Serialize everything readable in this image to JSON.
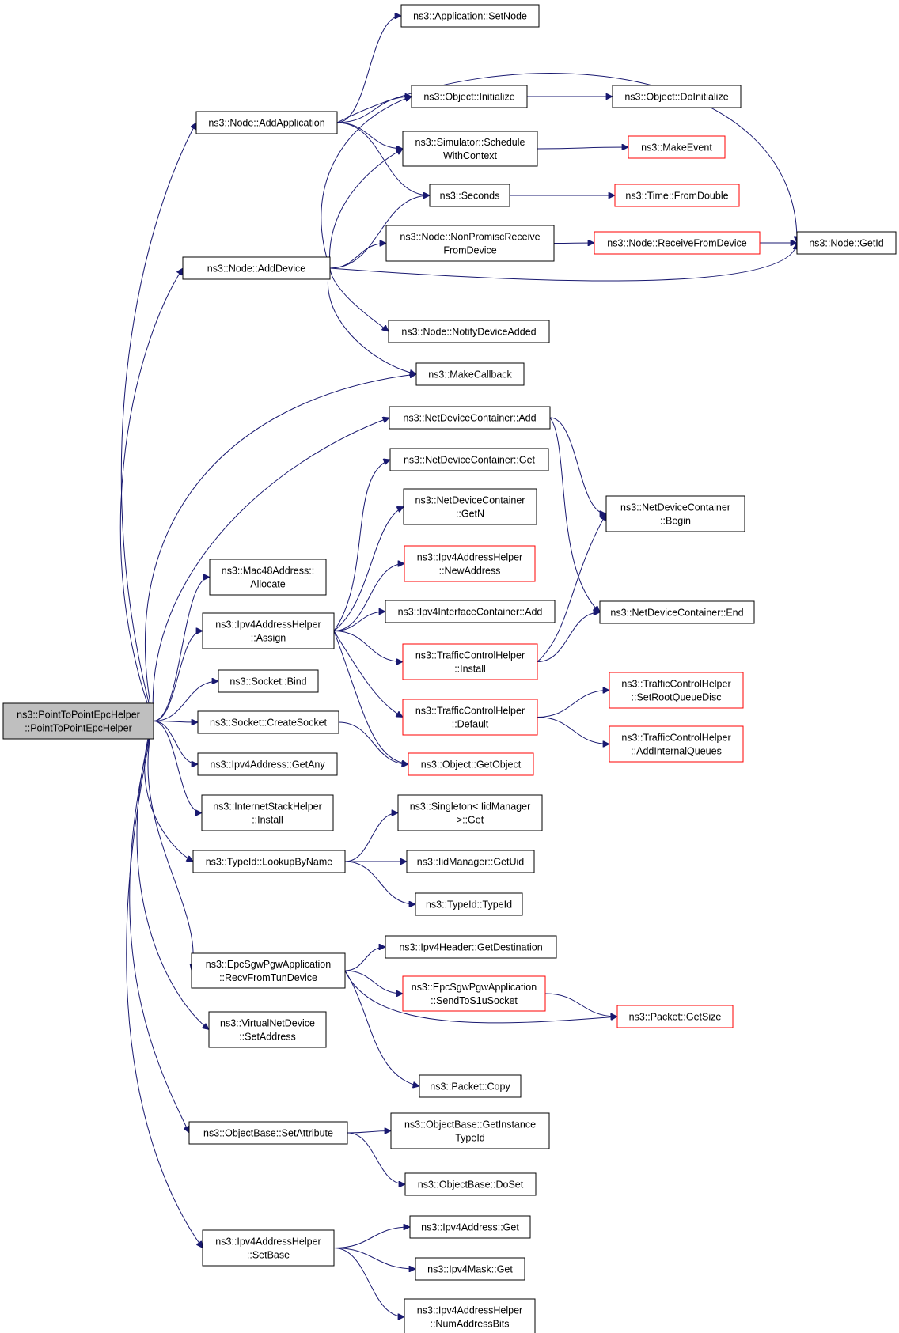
{
  "colors": {
    "edge": "#191970",
    "truncated_border": "#ff0000",
    "root_fill": "#bfbfbf"
  },
  "nodes": {
    "root": {
      "lines": [
        "ns3::PointToPointEpcHelper",
        "::PointToPointEpcHelper"
      ],
      "style": "root"
    },
    "addApplication": {
      "lines": [
        "ns3::Node::AddApplication"
      ],
      "style": "normal"
    },
    "addDevice": {
      "lines": [
        "ns3::Node::AddDevice"
      ],
      "style": "normal"
    },
    "appSetNode": {
      "lines": [
        "ns3::Application::SetNode"
      ],
      "style": "normal"
    },
    "objInitialize": {
      "lines": [
        "ns3::Object::Initialize"
      ],
      "style": "normal"
    },
    "objDoInitialize": {
      "lines": [
        "ns3::Object::DoInitialize"
      ],
      "style": "normal"
    },
    "simSchedule": {
      "lines": [
        "ns3::Simulator::Schedule",
        "WithContext"
      ],
      "style": "normal"
    },
    "makeEvent": {
      "lines": [
        "ns3::MakeEvent"
      ],
      "style": "truncated"
    },
    "seconds": {
      "lines": [
        "ns3::Seconds"
      ],
      "style": "normal"
    },
    "timeFromDouble": {
      "lines": [
        "ns3::Time::FromDouble"
      ],
      "style": "truncated"
    },
    "nonPromisc": {
      "lines": [
        "ns3::Node::NonPromiscReceive",
        "FromDevice"
      ],
      "style": "normal"
    },
    "receiveFromDevice": {
      "lines": [
        "ns3::Node::ReceiveFromDevice"
      ],
      "style": "truncated"
    },
    "nodeGetId": {
      "lines": [
        "ns3::Node::GetId"
      ],
      "style": "normal"
    },
    "notifyDeviceAdded": {
      "lines": [
        "ns3::Node::NotifyDeviceAdded"
      ],
      "style": "normal"
    },
    "makeCallback": {
      "lines": [
        "ns3::MakeCallback"
      ],
      "style": "normal"
    },
    "ndcAdd": {
      "lines": [
        "ns3::NetDeviceContainer::Add"
      ],
      "style": "normal"
    },
    "ndcGet": {
      "lines": [
        "ns3::NetDeviceContainer::Get"
      ],
      "style": "normal"
    },
    "ndcGetN": {
      "lines": [
        "ns3::NetDeviceContainer",
        "::GetN"
      ],
      "style": "normal"
    },
    "ndcBegin": {
      "lines": [
        "ns3::NetDeviceContainer",
        "::Begin"
      ],
      "style": "normal"
    },
    "ndcEnd": {
      "lines": [
        "ns3::NetDeviceContainer::End"
      ],
      "style": "normal"
    },
    "mac48Allocate": {
      "lines": [
        "ns3::Mac48Address::",
        "Allocate"
      ],
      "style": "normal"
    },
    "ipv4Assign": {
      "lines": [
        "ns3::Ipv4AddressHelper",
        "::Assign"
      ],
      "style": "normal"
    },
    "ipv4NewAddress": {
      "lines": [
        "ns3::Ipv4AddressHelper",
        "::NewAddress"
      ],
      "style": "truncated"
    },
    "ipv4IfcAdd": {
      "lines": [
        "ns3::Ipv4InterfaceContainer::Add"
      ],
      "style": "normal"
    },
    "tcInstall": {
      "lines": [
        "ns3::TrafficControlHelper",
        "::Install"
      ],
      "style": "truncated"
    },
    "tcDefault": {
      "lines": [
        "ns3::TrafficControlHelper",
        "::Default"
      ],
      "style": "truncated"
    },
    "tcSetRoot": {
      "lines": [
        "ns3::TrafficControlHelper",
        "::SetRootQueueDisc"
      ],
      "style": "truncated"
    },
    "tcAddInternal": {
      "lines": [
        "ns3::TrafficControlHelper",
        "::AddInternalQueues"
      ],
      "style": "truncated"
    },
    "objGetObject": {
      "lines": [
        "ns3::Object::GetObject"
      ],
      "style": "truncated"
    },
    "socketBind": {
      "lines": [
        "ns3::Socket::Bind"
      ],
      "style": "normal"
    },
    "socketCreate": {
      "lines": [
        "ns3::Socket::CreateSocket"
      ],
      "style": "normal"
    },
    "ipv4GetAny": {
      "lines": [
        "ns3::Ipv4Address::GetAny"
      ],
      "style": "normal"
    },
    "inetInstall": {
      "lines": [
        "ns3::InternetStackHelper",
        "::Install"
      ],
      "style": "normal"
    },
    "typeIdLookup": {
      "lines": [
        "ns3::TypeId::LookupByName"
      ],
      "style": "normal"
    },
    "singletonGet": {
      "lines": [
        "ns3::Singleton< IidManager",
        ">::Get"
      ],
      "style": "normal"
    },
    "iidGetUid": {
      "lines": [
        "ns3::IidManager::GetUid"
      ],
      "style": "normal"
    },
    "typeIdTypeId": {
      "lines": [
        "ns3::TypeId::TypeId"
      ],
      "style": "normal"
    },
    "recvFromTun": {
      "lines": [
        "ns3::EpcSgwPgwApplication",
        "::RecvFromTunDevice"
      ],
      "style": "normal"
    },
    "ipv4HdrGetDest": {
      "lines": [
        "ns3::Ipv4Header::GetDestination"
      ],
      "style": "normal"
    },
    "sendToS1u": {
      "lines": [
        "ns3::EpcSgwPgwApplication",
        "::SendToS1uSocket"
      ],
      "style": "truncated"
    },
    "packetGetSize": {
      "lines": [
        "ns3::Packet::GetSize"
      ],
      "style": "truncated"
    },
    "packetCopy": {
      "lines": [
        "ns3::Packet::Copy"
      ],
      "style": "normal"
    },
    "vndSetAddress": {
      "lines": [
        "ns3::VirtualNetDevice",
        "::SetAddress"
      ],
      "style": "normal"
    },
    "objBaseSetAttr": {
      "lines": [
        "ns3::ObjectBase::SetAttribute"
      ],
      "style": "normal"
    },
    "objBaseGetInst": {
      "lines": [
        "ns3::ObjectBase::GetInstance",
        "TypeId"
      ],
      "style": "normal"
    },
    "objBaseDoSet": {
      "lines": [
        "ns3::ObjectBase::DoSet"
      ],
      "style": "normal"
    },
    "ipv4SetBase": {
      "lines": [
        "ns3::Ipv4AddressHelper",
        "::SetBase"
      ],
      "style": "normal"
    },
    "ipv4AddrGet": {
      "lines": [
        "ns3::Ipv4Address::Get"
      ],
      "style": "normal"
    },
    "ipv4MaskGet": {
      "lines": [
        "ns3::Ipv4Mask::Get"
      ],
      "style": "normal"
    },
    "ipv4NumBits": {
      "lines": [
        "ns3::Ipv4AddressHelper",
        "::NumAddressBits"
      ],
      "style": "normal"
    }
  },
  "edges": [
    [
      "root",
      "addApplication"
    ],
    [
      "root",
      "addDevice"
    ],
    [
      "root",
      "makeCallback"
    ],
    [
      "root",
      "ndcAdd"
    ],
    [
      "root",
      "mac48Allocate"
    ],
    [
      "root",
      "ipv4Assign"
    ],
    [
      "root",
      "socketBind"
    ],
    [
      "root",
      "socketCreate"
    ],
    [
      "root",
      "ipv4GetAny"
    ],
    [
      "root",
      "inetInstall"
    ],
    [
      "root",
      "typeIdLookup"
    ],
    [
      "root",
      "recvFromTun"
    ],
    [
      "root",
      "vndSetAddress"
    ],
    [
      "root",
      "objBaseSetAttr"
    ],
    [
      "root",
      "ipv4SetBase"
    ],
    [
      "addApplication",
      "appSetNode"
    ],
    [
      "addApplication",
      "objInitialize"
    ],
    [
      "addApplication",
      "simSchedule"
    ],
    [
      "addApplication",
      "seconds"
    ],
    [
      "addApplication",
      "nodeGetId"
    ],
    [
      "addDevice",
      "objInitialize"
    ],
    [
      "addDevice",
      "simSchedule"
    ],
    [
      "addDevice",
      "seconds"
    ],
    [
      "addDevice",
      "nonPromisc"
    ],
    [
      "addDevice",
      "nodeGetId"
    ],
    [
      "addDevice",
      "notifyDeviceAdded"
    ],
    [
      "addDevice",
      "makeCallback"
    ],
    [
      "objInitialize",
      "objDoInitialize"
    ],
    [
      "simSchedule",
      "makeEvent"
    ],
    [
      "seconds",
      "timeFromDouble"
    ],
    [
      "nonPromisc",
      "receiveFromDevice"
    ],
    [
      "receiveFromDevice",
      "nodeGetId"
    ],
    [
      "ndcAdd",
      "ndcBegin"
    ],
    [
      "ndcAdd",
      "ndcEnd"
    ],
    [
      "ipv4Assign",
      "ndcGet"
    ],
    [
      "ipv4Assign",
      "ndcGetN"
    ],
    [
      "ipv4Assign",
      "ipv4NewAddress"
    ],
    [
      "ipv4Assign",
      "ipv4IfcAdd"
    ],
    [
      "ipv4Assign",
      "tcInstall"
    ],
    [
      "ipv4Assign",
      "tcDefault"
    ],
    [
      "ipv4Assign",
      "objGetObject"
    ],
    [
      "tcInstall",
      "ndcBegin"
    ],
    [
      "tcInstall",
      "ndcEnd"
    ],
    [
      "tcDefault",
      "tcSetRoot"
    ],
    [
      "tcDefault",
      "tcAddInternal"
    ],
    [
      "socketCreate",
      "objGetObject"
    ],
    [
      "typeIdLookup",
      "singletonGet"
    ],
    [
      "typeIdLookup",
      "iidGetUid"
    ],
    [
      "typeIdLookup",
      "typeIdTypeId"
    ],
    [
      "recvFromTun",
      "ipv4HdrGetDest"
    ],
    [
      "recvFromTun",
      "sendToS1u"
    ],
    [
      "recvFromTun",
      "packetGetSize"
    ],
    [
      "recvFromTun",
      "packetCopy"
    ],
    [
      "sendToS1u",
      "packetGetSize"
    ],
    [
      "objBaseSetAttr",
      "objBaseGetInst"
    ],
    [
      "objBaseSetAttr",
      "objBaseDoSet"
    ],
    [
      "ipv4SetBase",
      "ipv4AddrGet"
    ],
    [
      "ipv4SetBase",
      "ipv4MaskGet"
    ],
    [
      "ipv4SetBase",
      "ipv4NumBits"
    ]
  ]
}
